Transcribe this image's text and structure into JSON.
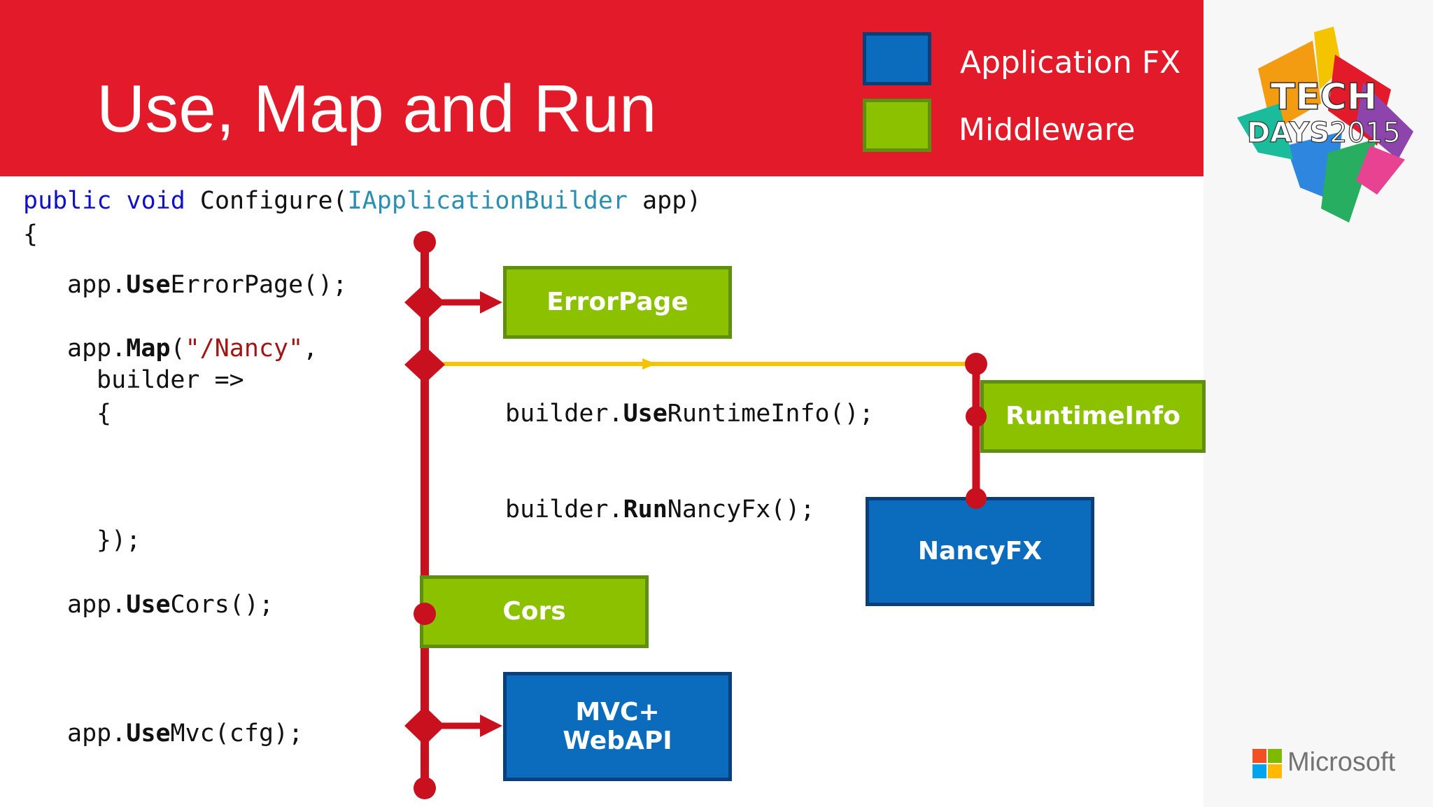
{
  "title": "Use, Map and Run",
  "legend": [
    {
      "label": "Application FX",
      "color": "#0b6bbd"
    },
    {
      "label": "Middleware",
      "color": "#8cc100"
    }
  ],
  "code": {
    "l1": {
      "kw1": "public",
      "kw2": "void",
      "name": "Configure(",
      "type": "IApplicationBuilder",
      "rest": " app)"
    },
    "l2": {
      "text": "{"
    },
    "l3": {
      "pre": "app.",
      "method": "Use",
      "post": "ErrorPage();"
    },
    "l4": {
      "pre": "app.",
      "method": "Map",
      "open": "(",
      "str": "\"/Nancy\"",
      "post": ","
    },
    "l5": {
      "text": "builder =>"
    },
    "l6": {
      "text": "{"
    },
    "l7": {
      "pre": "builder.",
      "method": "Use",
      "post": "RuntimeInfo();"
    },
    "l8": {
      "pre": "builder.",
      "method": "Run",
      "post": "NancyFx();"
    },
    "l9": {
      "text": "});"
    },
    "l10": {
      "pre": "app.",
      "method": "Use",
      "post": "Cors();"
    },
    "l11": {
      "pre": "app.",
      "method": "Use",
      "post": "Mvc(cfg);"
    }
  },
  "boxes": {
    "errorpage": "ErrorPage",
    "runtimeinfo": "RuntimeInfo",
    "nancyfx": "NancyFX",
    "cors": "Cors",
    "mvc_line1": "MVC+",
    "mvc_line2": "WebAPI"
  },
  "colors": {
    "header": "#e31a2a",
    "pipeline": "#c8101e",
    "branch": "#f5c400",
    "middleware": "#8cc100",
    "application": "#0b6bbd"
  },
  "logo": {
    "line1": "TECH",
    "line2": "DAYS",
    "year": "2015"
  },
  "sponsor": "Microsoft"
}
